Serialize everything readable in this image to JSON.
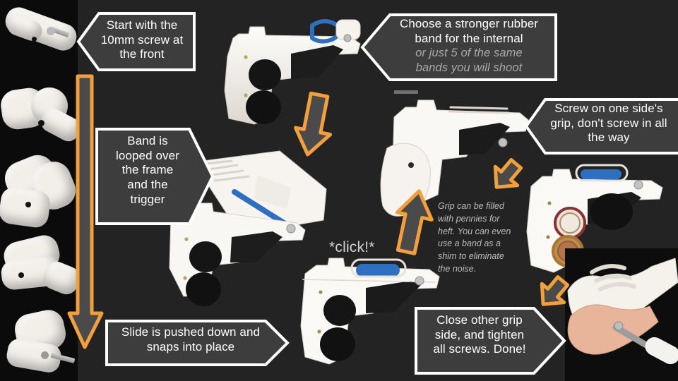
{
  "page": {
    "background_color": "#232323",
    "accent_color": "#f2a03d",
    "callout_fill": "#3d3d3d",
    "callout_border": "#ffffff"
  },
  "callouts": [
    {
      "id": "start-screw",
      "name": "callout-start-with-screw",
      "direction": "left",
      "lines": [
        "Start with the",
        "10mm screw at",
        "the front"
      ],
      "text": "Start with the 10mm screw at the front"
    },
    {
      "id": "stronger-band",
      "name": "callout-stronger-rubber-band",
      "direction": "left",
      "lines": [
        "Choose a stronger rubber",
        "band for the internal"
      ],
      "text": "Choose a stronger rubber band for the internal",
      "subtext_lines": [
        "or just 5 of the same",
        "bands you will shoot"
      ],
      "subtext": "or just 5 of the same bands you will shoot"
    },
    {
      "id": "screw-grip",
      "name": "callout-screw-one-side-grip",
      "direction": "left",
      "lines": [
        "Screw on one side's",
        "grip, don't screw in all",
        "the way"
      ],
      "text": "Screw on one side's grip, don't screw in all the way"
    },
    {
      "id": "band-looped",
      "name": "callout-band-looped",
      "direction": "right",
      "lines": [
        "Band is",
        "looped over",
        "the frame",
        "and the",
        "trigger"
      ],
      "text": "Band is looped over the frame and the trigger"
    },
    {
      "id": "slide-pushed",
      "name": "callout-slide-pushed-down",
      "direction": "right",
      "lines": [
        "Slide is pushed down and",
        "snaps into place"
      ],
      "text": "Slide is pushed down and snaps into place"
    },
    {
      "id": "close-grip",
      "name": "callout-close-other-grip",
      "direction": "right",
      "lines": [
        "Close other grip",
        "side, and tighten",
        "all screws. Done!"
      ],
      "text": "Close other grip side, and tighten all screws. Done!"
    }
  ],
  "annotations": [
    {
      "id": "grip-pennies",
      "name": "annotation-grip-pennies",
      "lines": [
        "Grip can be filled",
        "with pennies for",
        "heft. You can even",
        "use a band as a",
        "shim to eliminate",
        "the noise."
      ],
      "text": "Grip can be filled with pennies for heft. You can even use a band as a shim to eliminate the noise."
    },
    {
      "id": "click",
      "name": "annotation-click-sound",
      "text": "*click!*"
    }
  ],
  "arrows": [
    {
      "id": "long-down",
      "name": "arrow-long-down",
      "direction": "down"
    },
    {
      "id": "frame-to-slide",
      "name": "arrow-frame-to-slide",
      "direction": "down-right"
    },
    {
      "id": "grip-up",
      "name": "arrow-grip-attach-up",
      "direction": "up-right"
    },
    {
      "id": "small-grip-1",
      "name": "arrow-grip-step-small-1",
      "direction": "down-right"
    },
    {
      "id": "small-grip-2",
      "name": "arrow-grip-step-small-2",
      "direction": "down-right"
    }
  ],
  "photos": [
    {
      "id": "strip-1",
      "name": "photo-screw-front-detail",
      "caption": "10mm screw inserted at front of slide"
    },
    {
      "id": "strip-2",
      "name": "photo-part-detail-2",
      "caption": "printed barrel part close-up"
    },
    {
      "id": "strip-3",
      "name": "photo-part-detail-3",
      "caption": "barrel aligned with frame"
    },
    {
      "id": "strip-4",
      "name": "photo-part-detail-4",
      "caption": "barrel seated on frame"
    },
    {
      "id": "strip-5",
      "name": "photo-part-detail-5",
      "caption": "screw driven into front"
    },
    {
      "id": "gun-top",
      "name": "photo-frame-with-band",
      "caption": "frame with blue rubber band looped"
    },
    {
      "id": "gun-mid-left",
      "name": "photo-slide-tilted",
      "caption": "slide tilted up over frame"
    },
    {
      "id": "gun-bottom-center",
      "name": "photo-assembled-gun",
      "caption": "slide snapped into place"
    },
    {
      "id": "gun-mid-right",
      "name": "photo-grip-panel",
      "caption": "grip panel beside gun body"
    },
    {
      "id": "gun-right",
      "name": "photo-grip-with-pennies",
      "caption": "grip filled with pennies"
    },
    {
      "id": "hand",
      "name": "photo-hand-tightening-screws",
      "caption": "hand holding gun while tightening screws"
    }
  ]
}
